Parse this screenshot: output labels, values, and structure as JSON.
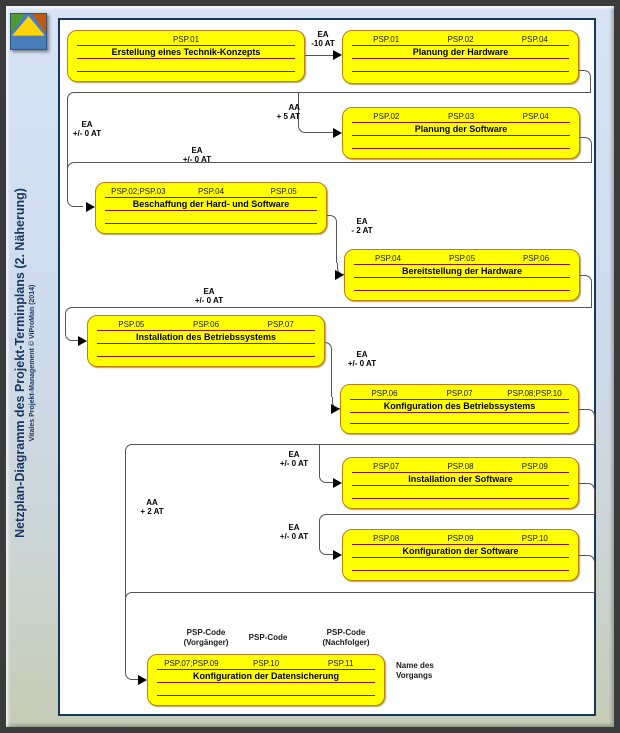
{
  "sidebar": {
    "title": "Netzplan-Diagramm des Projekt-Terminplans (2. Näherung)",
    "subtitle": "Vitales Projekt-Management © ViProMan (2014)"
  },
  "icons": {
    "logo": "pyramid-logo"
  },
  "colors": {
    "box_fill": "#ffff00",
    "box_border": "#c08000",
    "box_rule": "#8b1a00",
    "connector": "#555555",
    "arrow": "#000000",
    "panel_border": "#17375e",
    "title_text": "#17375e",
    "background_top": "#d7e4f4",
    "background_bottom": "#c6ccb6",
    "frame": "#3b3b3b"
  },
  "boxes": [
    {
      "pred": "",
      "own": "PSP.01",
      "succ": "",
      "name": "Erstellung eines Technik-Konzepts"
    },
    {
      "pred": "PSP.01",
      "own": "PSP.02",
      "succ": "PSP.04",
      "name": "Planung der Hardware"
    },
    {
      "pred": "PSP.02",
      "own": "PSP.03",
      "succ": "PSP.04",
      "name": "Planung der Software"
    },
    {
      "pred": "PSP.02;PSP.03",
      "own": "PSP.04",
      "succ": "PSP.05",
      "name": "Beschaffung der Hard- und Software"
    },
    {
      "pred": "PSP.04",
      "own": "PSP.05",
      "succ": "PSP.06",
      "name": "Bereitstellung der Hardware"
    },
    {
      "pred": "PSP.05",
      "own": "PSP.06",
      "succ": "PSP.07",
      "name": "Installation des Betriebssystems"
    },
    {
      "pred": "PSP.06",
      "own": "PSP.07",
      "succ": "PSP.08;PSP.10",
      "name": "Konfiguration des Betriebssystems"
    },
    {
      "pred": "PSP.07",
      "own": "PSP.08",
      "succ": "PSP.09",
      "name": "Installation der Software"
    },
    {
      "pred": "PSP.08",
      "own": "PSP.09",
      "succ": "PSP.10",
      "name": "Konfiguration der Software"
    },
    {
      "pred": "PSP.07;PSP.09",
      "own": "PSP.10",
      "succ": "PSP.11",
      "name": "Konfiguration der Datensicherung"
    }
  ],
  "edges": [
    {
      "from": "PSP.01",
      "to": "PSP.02",
      "label": "EA\n-10 AT"
    },
    {
      "from": "PSP.02",
      "to": "PSP.03",
      "label": "AA\n+ 5 AT"
    },
    {
      "from": "PSP.02",
      "to": "PSP.04",
      "label": "EA\n+/- 0 AT"
    },
    {
      "from": "PSP.03",
      "to": "PSP.04",
      "label": "EA\n+/- 0 AT"
    },
    {
      "from": "PSP.04",
      "to": "PSP.05",
      "label": "EA\n- 2 AT"
    },
    {
      "from": "PSP.05",
      "to": "PSP.06",
      "label": "EA\n+/- 0 AT"
    },
    {
      "from": "PSP.06",
      "to": "PSP.07",
      "label": "EA\n+/- 0 AT"
    },
    {
      "from": "PSP.07",
      "to": "PSP.08",
      "label": "EA\n+/- 0 AT"
    },
    {
      "from": "PSP.07",
      "to": "PSP.10",
      "label": "AA\n+ 2 AT"
    },
    {
      "from": "PSP.08",
      "to": "PSP.09",
      "label": "EA\n+/- 0 AT"
    },
    {
      "from": "PSP.09",
      "to": "PSP.10",
      "label": ""
    }
  ],
  "legend": {
    "predecessor": "PSP-Code\n(Vorgänger)",
    "own": "PSP-Code",
    "successor": "PSP-Code\n(Nachfolger)",
    "task_name": "Name des\nVorgangs"
  }
}
